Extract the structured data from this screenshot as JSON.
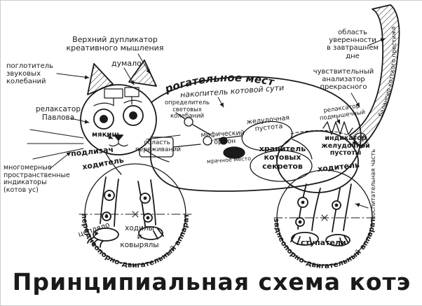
{
  "title": "Принципиальная схема котэ",
  "colors": {
    "ink": "#1a1a1a",
    "paper": "#ffffff"
  },
  "labels": {
    "upper_duplicator": "Верхний дупликатор\nкреативного мышления",
    "sound_absorber": "поглотитель\nзвуковых\nколебаний",
    "dumalo": "думало",
    "touching_place": "трогательное место",
    "confidence_area": "область\nуверенности\nв завтрашнем\nдне",
    "beauty_analyzer": "чувствительный\nанализатор\nпрекрасного",
    "pavlov_relaxer": "релаксатор\nПавлова",
    "cat_essence_store": "накопитель котовой сути",
    "light_detector": "определитель\nсветовых\nколебаний",
    "myakish": "мякиш",
    "worry_area": "область\nпереживаний",
    "mythic_hormone": "мифический\nгормон",
    "stomach_void": "желудочная\nпустота",
    "secrets_keeper": "хранитель\nкотовых\nсекретов",
    "gloomy_place": "мрачное место",
    "armpit_relaxer": "релаксатор\nподмышечный",
    "void_indicator": "индикатор желудочной\nпустоты",
    "podlizach": "подлизач",
    "walker_front": "ходитель",
    "walker_rear": "ходитель",
    "whisker_indicators": "многомерные\nпространственные\nиндикаторы\n(котов ус)",
    "tseplyalo": "цепляло",
    "walkers_diggers": "ходилы\nи\nковырялы",
    "stupateli": "ступатели",
    "front_gear": "переднеопорно-двигательный аппарат",
    "rear_gear": "заднеопорно-двигательный аппарат",
    "tail_balancer": "балансир котского престижа",
    "education_part": "воспитательная часть"
  }
}
